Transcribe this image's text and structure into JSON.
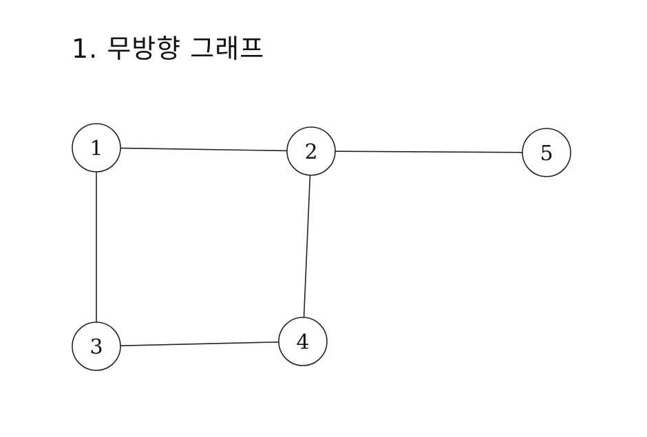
{
  "title": "1. 무방향 그래프",
  "graph": {
    "nodes": [
      {
        "id": "1",
        "label": "1"
      },
      {
        "id": "2",
        "label": "2"
      },
      {
        "id": "3",
        "label": "3"
      },
      {
        "id": "4",
        "label": "4"
      },
      {
        "id": "5",
        "label": "5"
      }
    ],
    "edges": [
      {
        "from": "1",
        "to": "2"
      },
      {
        "from": "2",
        "to": "5"
      },
      {
        "from": "1",
        "to": "3"
      },
      {
        "from": "2",
        "to": "4"
      },
      {
        "from": "3",
        "to": "4"
      }
    ],
    "directed": false
  }
}
